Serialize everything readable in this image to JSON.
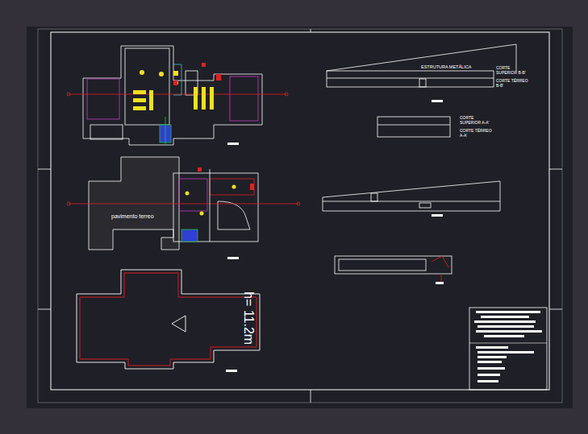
{
  "diagram": {
    "labels": [
      "ESTRUTURA METÁLICA",
      "CORTE SUPERIOR B-B'",
      "CORTE TÉRREO B-B'",
      "CORTE SUPERIOR A-A'",
      "CORTE TÉRREO A-A'",
      "pavimento terreo",
      "h= 11.2m"
    ]
  }
}
